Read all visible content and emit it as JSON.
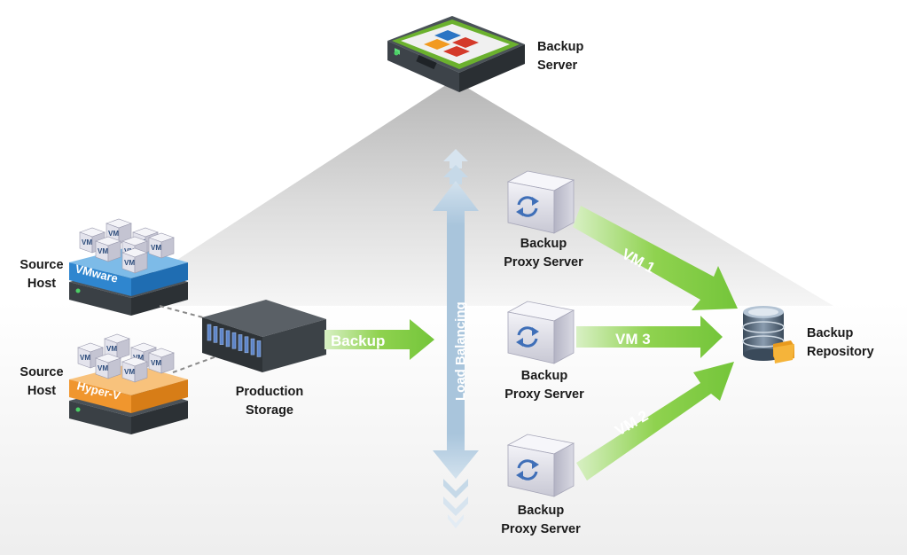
{
  "nodes": {
    "backup_server": {
      "line1": "Backup",
      "line2": "Server"
    },
    "source_host_vmware": {
      "line1": "Source",
      "line2": "Host",
      "platform": "VMware"
    },
    "source_host_hyperv": {
      "line1": "Source",
      "line2": "Host",
      "platform": "Hyper-V"
    },
    "production_storage": {
      "line1": "Production",
      "line2": "Storage"
    },
    "proxy_1": {
      "line1": "Backup",
      "line2": "Proxy Server"
    },
    "proxy_2": {
      "line1": "Backup",
      "line2": "Proxy Server"
    },
    "proxy_3": {
      "line1": "Backup",
      "line2": "Proxy Server"
    },
    "repository": {
      "line1": "Backup",
      "line2": "Repository"
    },
    "vm_tag": "VM"
  },
  "edges": {
    "backup": "Backup",
    "load_balancing": "Load Balancing",
    "vm1": "VM 1",
    "vm3": "VM 3",
    "vm2": "VM 2"
  },
  "colors": {
    "green_arrow": "#7ac943",
    "blue_arrow": "#9fc0d9",
    "vmware_band": "#3b8fd0",
    "hyperv_band": "#f0962e",
    "server_dark": "#3c4247"
  }
}
